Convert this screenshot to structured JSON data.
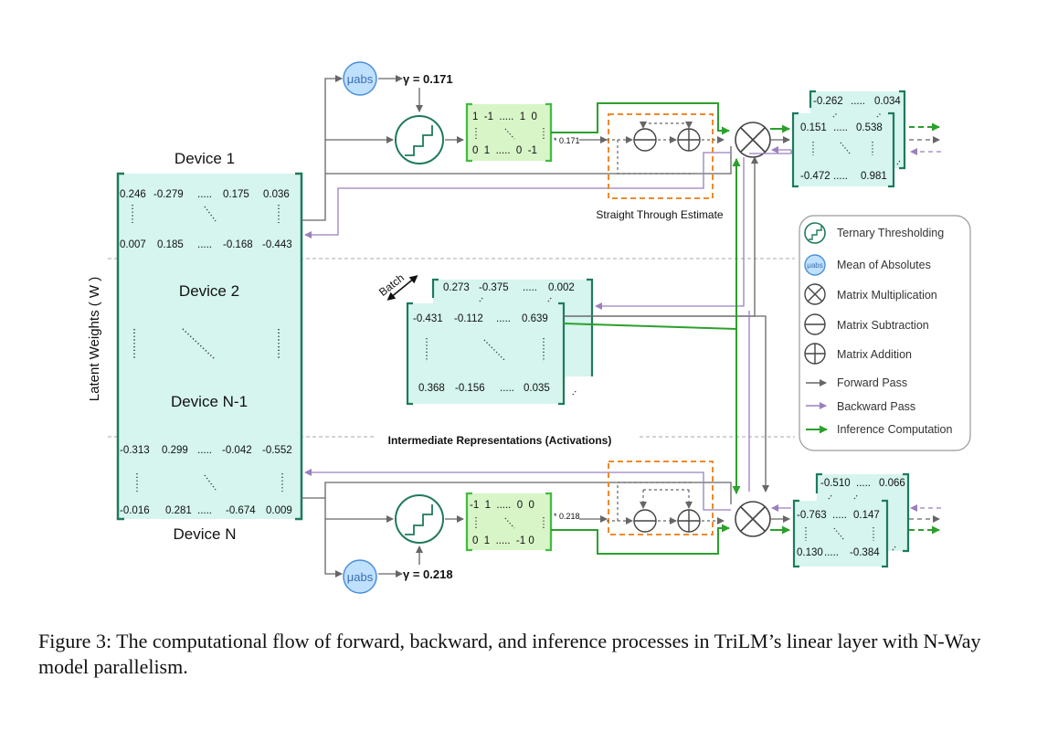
{
  "devices": {
    "d1": "Device 1",
    "d2": "Device 2",
    "dn1": "Device N-1",
    "dn": "Device N"
  },
  "latent_label": "Latent Weights ( W )",
  "latent_matrix": {
    "top": {
      "r1": [
        "0.246",
        "-0.279",
        ".....",
        "0.175",
        "0.036"
      ],
      "r2": [
        "0.007",
        "0.185",
        ".....",
        "-0.168",
        "-0.443"
      ]
    },
    "bottom": {
      "r1": [
        "-0.313",
        "0.299",
        ".....",
        "-0.042",
        "-0.552"
      ],
      "r2": [
        "-0.016",
        "0.281",
        ".....",
        "-0.674",
        "0.009"
      ]
    }
  },
  "mu_abs": "μabs",
  "gamma_top": "γ = 0.171",
  "gamma_bottom": "γ = 0.218",
  "ternary_top": {
    "r1": "1  -1  .....  1  0",
    "r3": "0  1  .....  0  -1"
  },
  "ternary_bottom": {
    "r1": "-1  1  .....  0  0",
    "r3": "0  1  .....  -1 0"
  },
  "scale_top": "* 0.171",
  "scale_bottom": "* 0.218",
  "ste_label": "Straight Through Estimate",
  "batch_label": "Batch",
  "activations": {
    "back": [
      "0.273",
      "-0.375",
      ".....",
      "0.002"
    ],
    "r1": [
      "-0.431",
      "-0.112",
      ".....",
      "0.639"
    ],
    "r3": [
      "0.368",
      "-0.156",
      ".....",
      "0.035"
    ]
  },
  "activations_label": "Intermediate Representations (Activations)",
  "output_top": {
    "back": [
      "-0.262",
      ".....",
      "0.034"
    ],
    "r1": [
      "0.151",
      ".....",
      "0.538"
    ],
    "r3": [
      "-0.472",
      ".....",
      "0.981"
    ]
  },
  "output_bottom": {
    "back": [
      "-0.510",
      ".....",
      "0.066"
    ],
    "r1": [
      "-0.763",
      ".....",
      "0.147"
    ],
    "r3": [
      "0.130",
      ".....",
      "-0.384"
    ]
  },
  "legend": {
    "ternary": "Ternary Thresholding",
    "mean": "Mean of Absolutes",
    "matmul": "Matrix Multiplication",
    "sub": "Matrix Subtraction",
    "add": "Matrix Addition",
    "forward": "Forward Pass",
    "backward": "Backward Pass",
    "inference": "Inference Computation"
  },
  "colors": {
    "forward": "#666666",
    "backward": "#9b7fbf",
    "inference": "#2ca02c",
    "matrix_fill": "#d5f5ee",
    "matrix_border": "#1f7a5c",
    "ternary_fill": "#d8f5c8",
    "ternary_border": "#44bb44",
    "ste_box": "#ee8a2c",
    "mu_fill": "#bfe0ff",
    "mu_border": "#4a90d9"
  },
  "caption": "Figure 3: The computational flow of forward, backward, and inference processes in TriLM’s linear layer with N-Way model parallelism."
}
